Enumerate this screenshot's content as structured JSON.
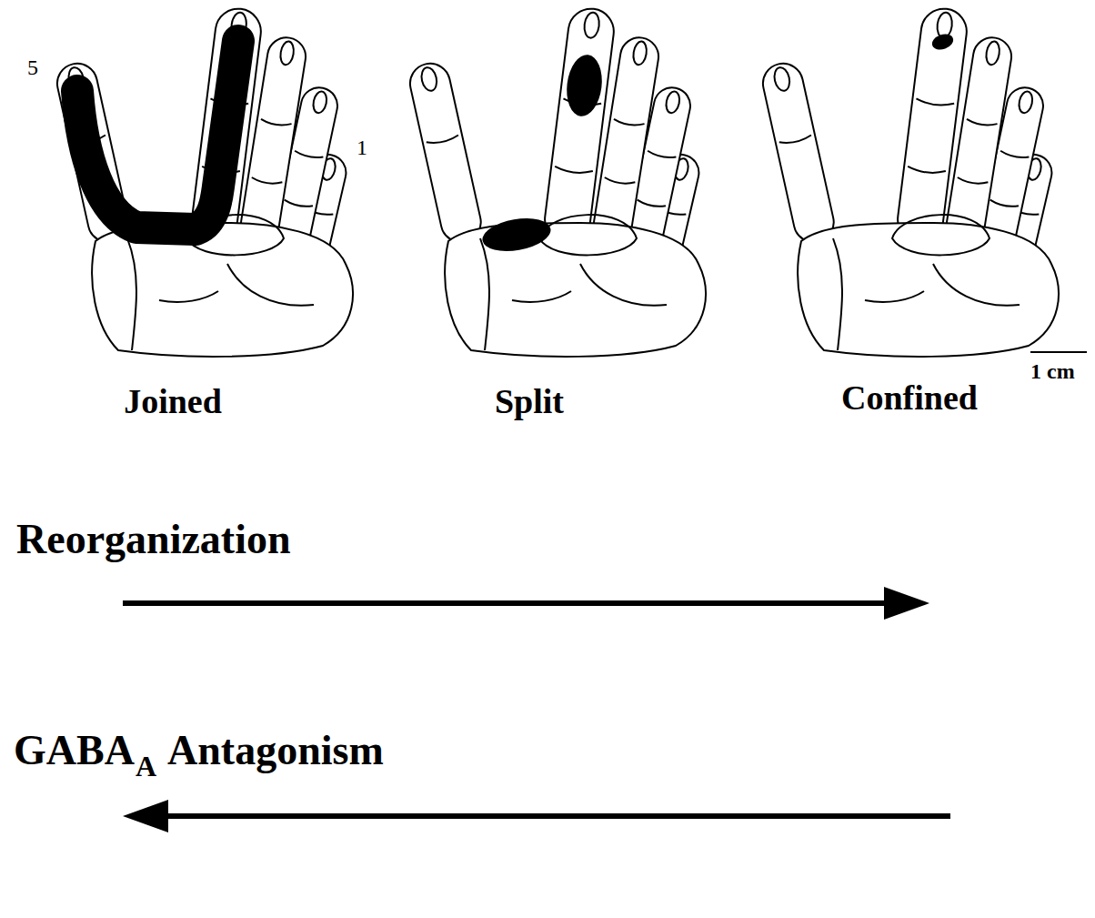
{
  "diagram": {
    "labels": [
      "5",
      "1",
      "1 cm",
      "Joined",
      "Split",
      "Confined",
      "Reorganization",
      "GABA",
      "A",
      "Antagonism"
    ]
  }
}
